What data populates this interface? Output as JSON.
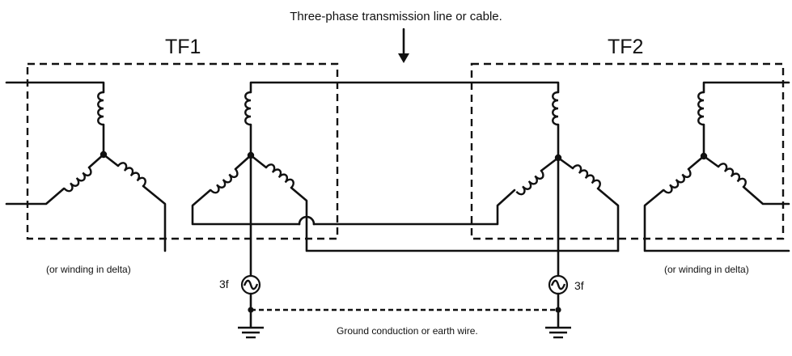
{
  "labels": {
    "title": "Three-phase transmission line or cable.",
    "tf1": "TF1",
    "tf2": "TF2",
    "delta_note_left": "(or winding in delta)",
    "delta_note_right": "(or winding in delta)",
    "source_left": "3f",
    "source_right": "3f",
    "ground": "Ground conduction or earth wire."
  }
}
